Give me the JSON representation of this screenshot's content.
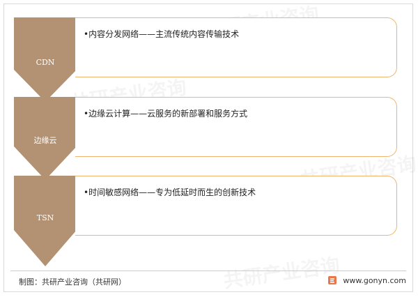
{
  "stages": [
    {
      "name": "CDN",
      "description": "•内容分发网络——主流传统内容传输技术"
    },
    {
      "name": "边缘云",
      "description": "•边缘云计算——云服务的新部署和服务方式"
    },
    {
      "name": "TSN",
      "description": "•时间敏感网络——专为低延时而生的创新技术"
    }
  ],
  "footer": {
    "source": "制图：共研产业咨询（共研网）",
    "website": "www.gonyn.com"
  },
  "watermark": "共研产业咨询",
  "colors": {
    "chevron": "#b39274",
    "box_border": "#f0b46e",
    "logo": "#e8774a"
  }
}
